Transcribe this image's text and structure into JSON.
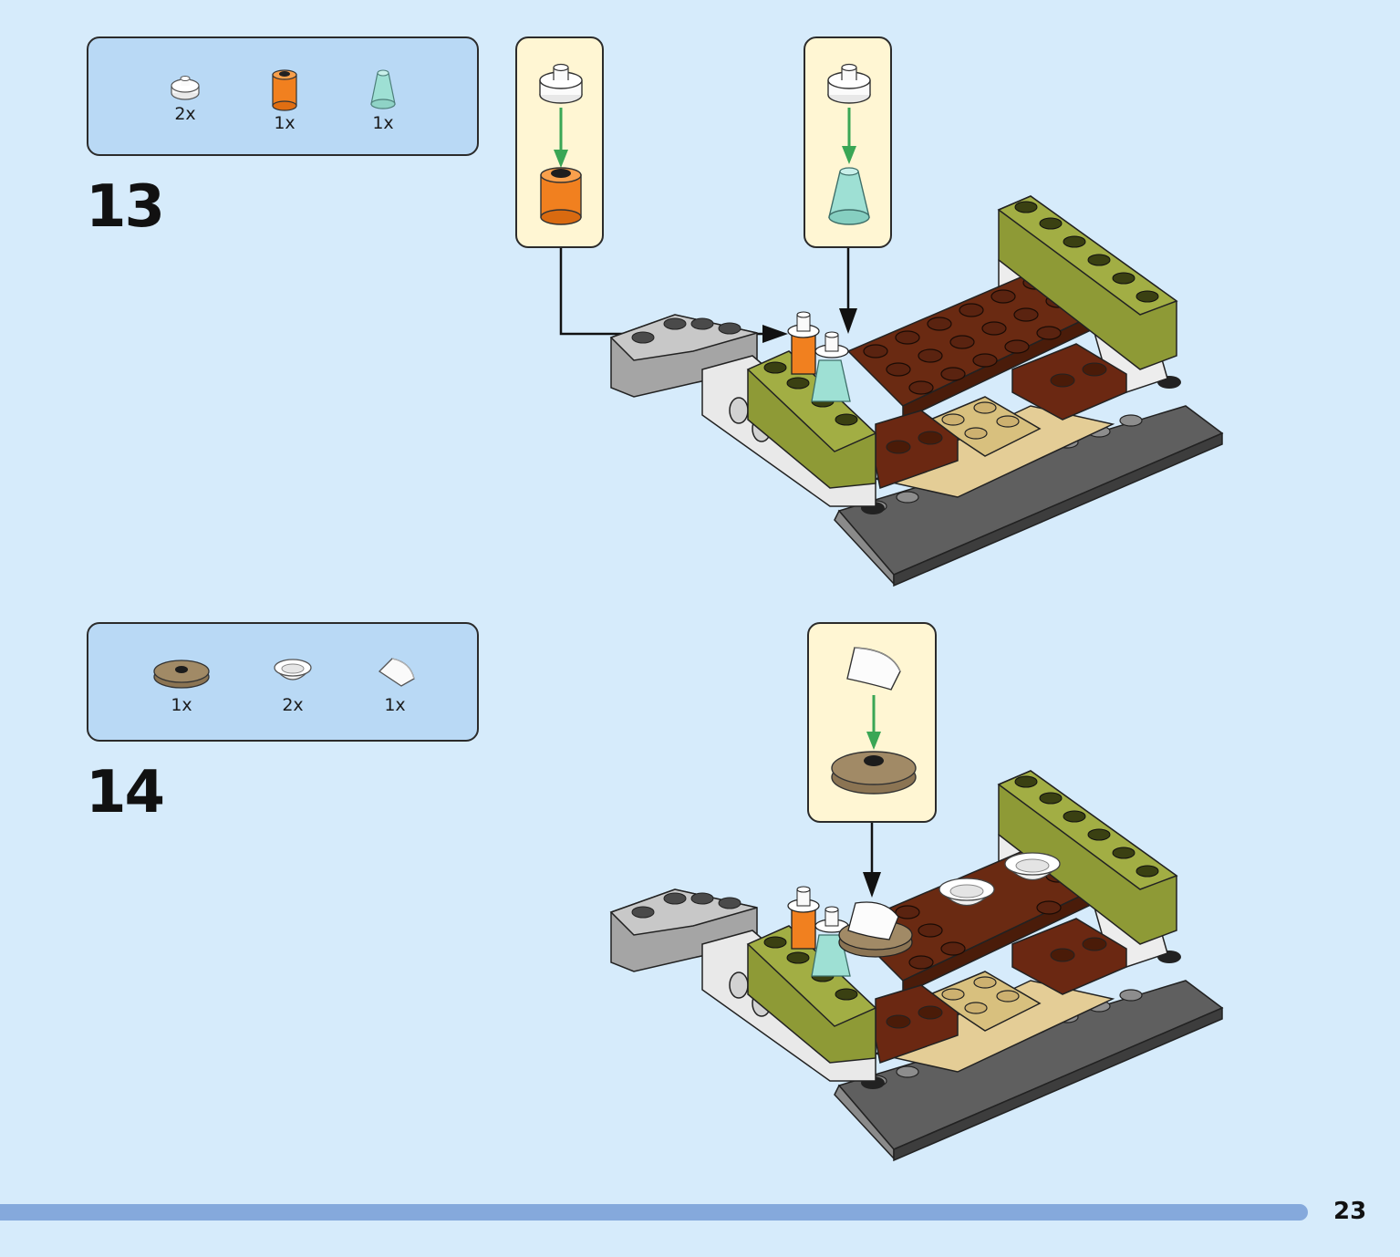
{
  "steps": [
    {
      "number": "13",
      "parts": [
        {
          "icon": "round-plate-white-icon",
          "qty": "2x"
        },
        {
          "icon": "round-brick-orange-icon",
          "qty": "1x"
        },
        {
          "icon": "cone-trans-light-blue-icon",
          "qty": "1x"
        }
      ]
    },
    {
      "number": "14",
      "parts": [
        {
          "icon": "round-tile-dark-tan-icon",
          "qty": "1x"
        },
        {
          "icon": "dish-white-icon",
          "qty": "2x"
        },
        {
          "icon": "curved-slope-white-icon",
          "qty": "1x"
        }
      ]
    }
  ],
  "page": {
    "number": "23"
  },
  "colors": {
    "background": "#d6ebfb",
    "parts_box": "#b9d9f5",
    "callout": "#fff6d3",
    "progress_bar": "#85a9dc",
    "arrow_green": "#3aa655"
  }
}
